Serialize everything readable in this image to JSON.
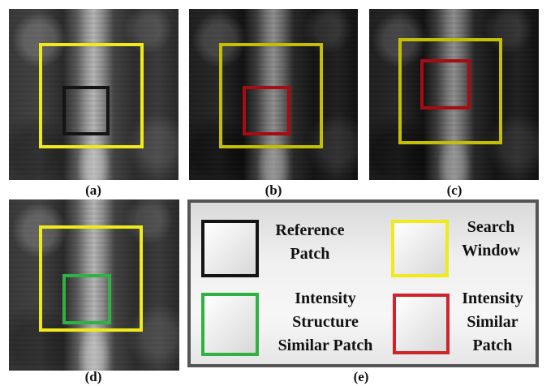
{
  "figure": {
    "panels": [
      {
        "id": "a",
        "caption": "(a)",
        "search_window_color": "#f0ea1a",
        "patch_color": "#141414",
        "patch_kind": "Reference Patch"
      },
      {
        "id": "b",
        "caption": "(b)",
        "search_window_color": "#f0ea1a",
        "patch_color": "#d0232b",
        "patch_kind": "Intensity Similar Patch"
      },
      {
        "id": "c",
        "caption": "(c)",
        "search_window_color": "#f0ea1a",
        "patch_color": "#d0232b",
        "patch_kind": "Intensity Similar Patch"
      },
      {
        "id": "d",
        "caption": "(d)",
        "search_window_color": "#f0ea1a",
        "patch_color": "#2fb143",
        "patch_kind": "Intensity Structure Similar Patch"
      }
    ],
    "legend": {
      "caption": "(e)",
      "items": [
        {
          "lines": [
            "Reference",
            "Patch"
          ],
          "color": "#141414"
        },
        {
          "lines": [
            "Search",
            "Window"
          ],
          "color": "#f0ea1a"
        },
        {
          "lines": [
            "Intensity",
            "Structure",
            "Similar Patch"
          ],
          "color": "#2fb143"
        },
        {
          "lines": [
            "Intensity",
            "Similar",
            "Patch"
          ],
          "color": "#d0232b"
        }
      ]
    }
  }
}
